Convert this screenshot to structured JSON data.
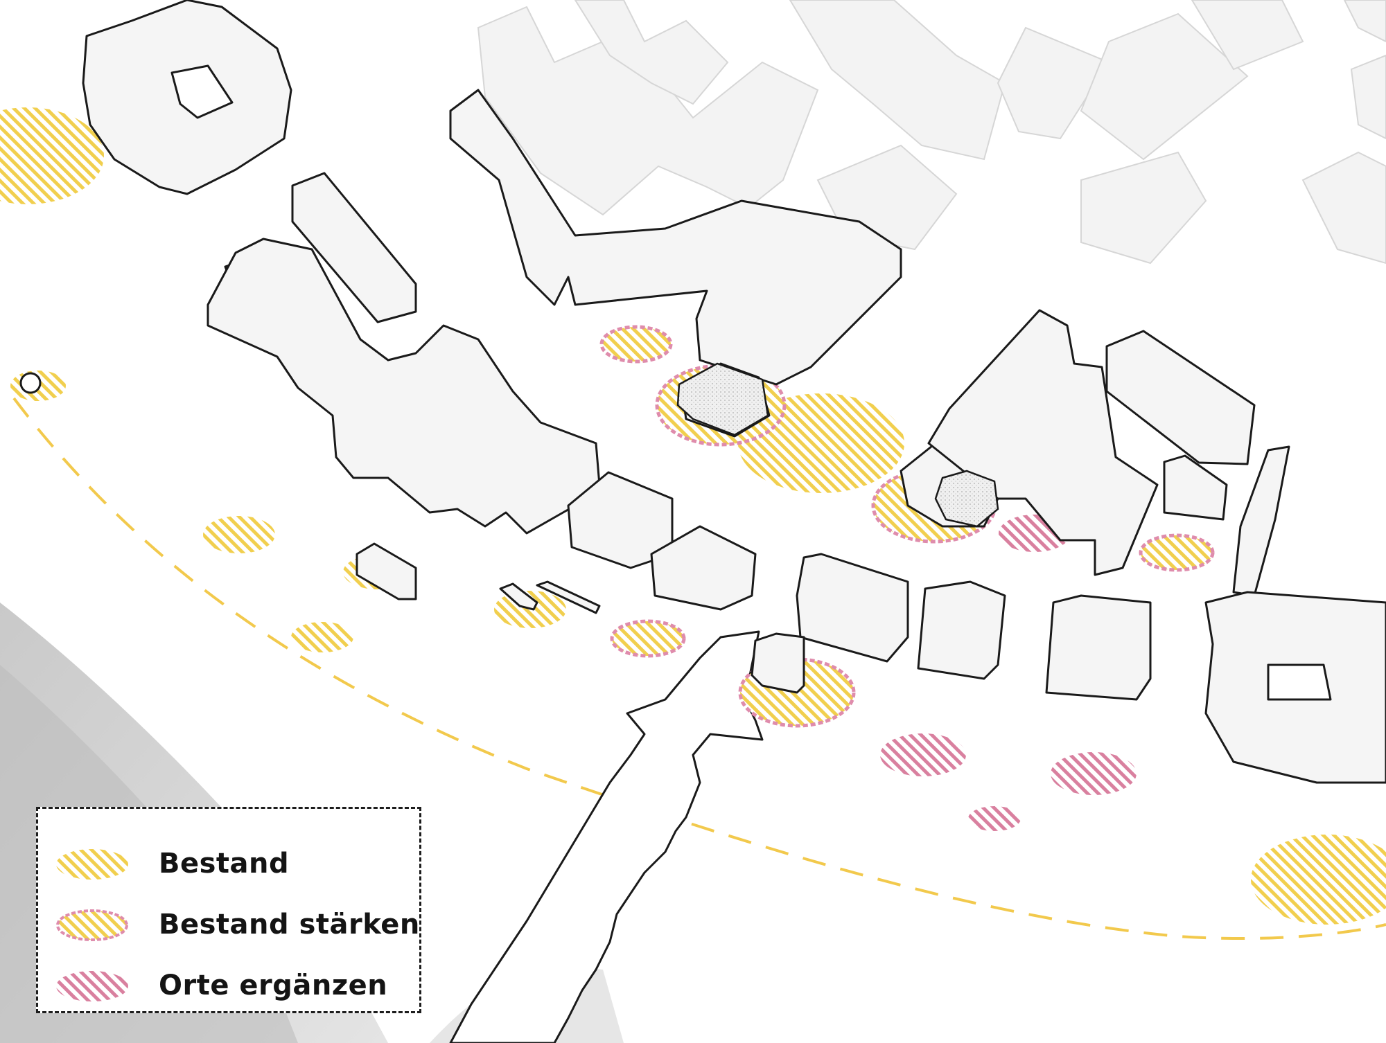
{
  "colors": {
    "bestand": "#f1cf4e",
    "staerken_fill": "#f1cf4e",
    "staerken_ring": "#df8cac",
    "ergaenzen": "#d9809f",
    "building_fill": "#f5f5f5",
    "building_roof": "#ececec",
    "outline": "#1a1a1a",
    "river": "#d6d6d6",
    "path": "#f2c94c"
  },
  "legend": {
    "items": [
      {
        "key": "bestand",
        "label": "Bestand"
      },
      {
        "key": "staerken",
        "label": "Bestand stärken"
      },
      {
        "key": "ergaenzen",
        "label": "Orte ergänzen"
      }
    ]
  }
}
